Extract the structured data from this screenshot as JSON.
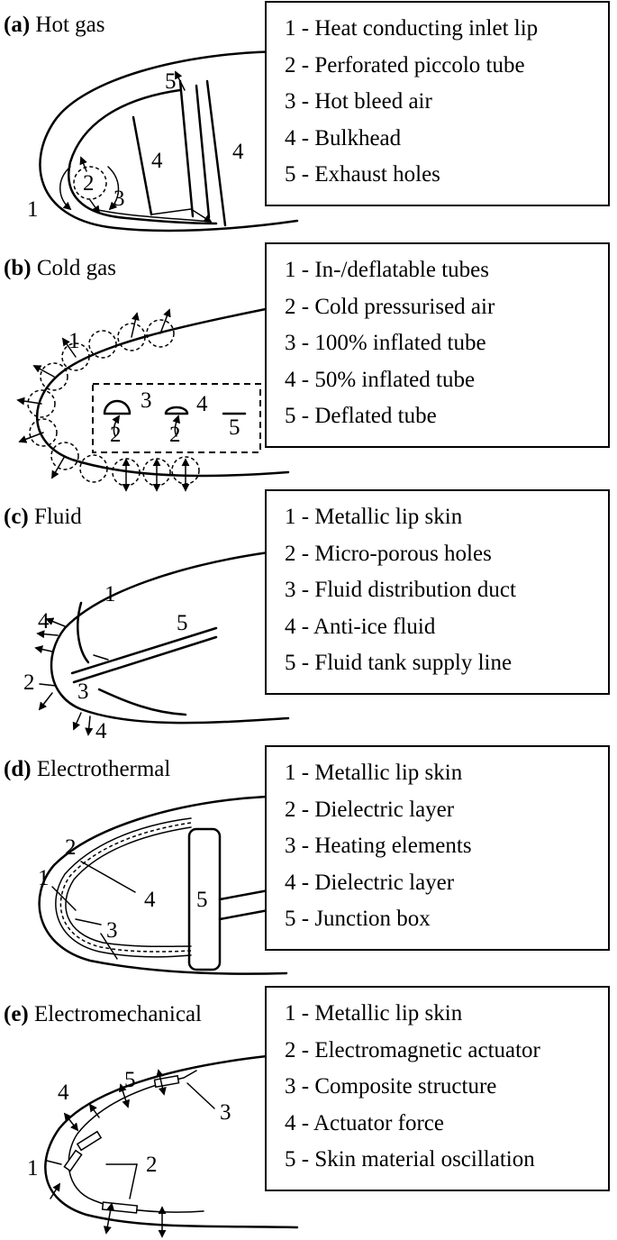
{
  "panels": [
    {
      "tag": "(a)",
      "title": "Hot gas",
      "legend": [
        "1 - Heat conducting inlet lip",
        "2 - Perforated piccolo tube",
        "3 - Hot bleed air",
        "4 - Bulkhead",
        "5 - Exhaust holes"
      ],
      "labels": [
        "1",
        "2",
        "3",
        "4",
        "4",
        "5"
      ]
    },
    {
      "tag": "(b)",
      "title": "Cold gas",
      "legend": [
        "1 - In-/deflatable tubes",
        "2 - Cold pressurised air",
        "3 - 100% inflated tube",
        "4 - 50% inflated tube",
        "5 - Deflated tube"
      ],
      "labels": [
        "1",
        "3",
        "4",
        "2",
        "2",
        "5"
      ]
    },
    {
      "tag": "(c)",
      "title": "Fluid",
      "legend": [
        "1 - Metallic lip skin",
        "2 - Micro-porous holes",
        "3 - Fluid distribution duct",
        "4 - Anti-ice fluid",
        "5 - Fluid tank supply line"
      ],
      "labels": [
        "1",
        "5",
        "4",
        "2",
        "3",
        "4"
      ]
    },
    {
      "tag": "(d)",
      "title": "Electrothermal",
      "legend": [
        "1 - Metallic lip skin",
        "2 - Dielectric layer",
        "3 - Heating elements",
        "4 - Dielectric layer",
        "5 - Junction box"
      ],
      "labels": [
        "2",
        "1",
        "4",
        "3",
        "5"
      ]
    },
    {
      "tag": "(e)",
      "title": "Electromechanical",
      "legend": [
        "1 - Metallic lip skin",
        "2 - Electromagnetic actuator",
        "3 - Composite structure",
        "4 - Actuator force",
        "5 - Skin material oscillation"
      ],
      "labels": [
        "4",
        "5",
        "3",
        "1",
        "2"
      ]
    }
  ]
}
